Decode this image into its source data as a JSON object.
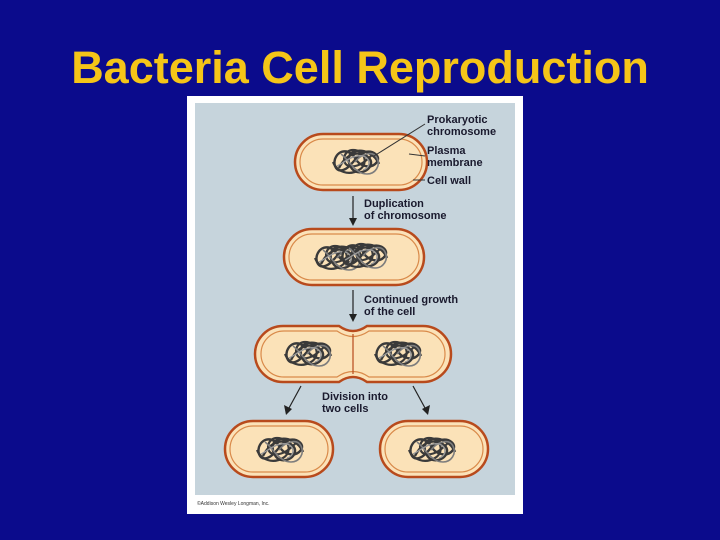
{
  "title": "Bacteria Cell Reproduction",
  "colors": {
    "background": "#0b0b8c",
    "title": "#f5c518",
    "diagram_bg": "#c6d4dc",
    "cell_fill": "#fbe2b8",
    "cell_wall": "#b84a1c",
    "chromosome": "#3a3a3a"
  },
  "diagram": {
    "labels": {
      "prokaryotic_chromosome": [
        "Prokaryotic",
        "chromosome"
      ],
      "plasma_membrane": [
        "Plasma",
        "membrane"
      ],
      "cell_wall": "Cell wall"
    },
    "steps": {
      "duplication": [
        "Duplication",
        "of chromosome"
      ],
      "growth": [
        "Continued growth",
        "of the cell"
      ],
      "division": [
        "Division into",
        "two cells"
      ]
    },
    "copyright": "©Addison Wesley Longman, Inc."
  }
}
